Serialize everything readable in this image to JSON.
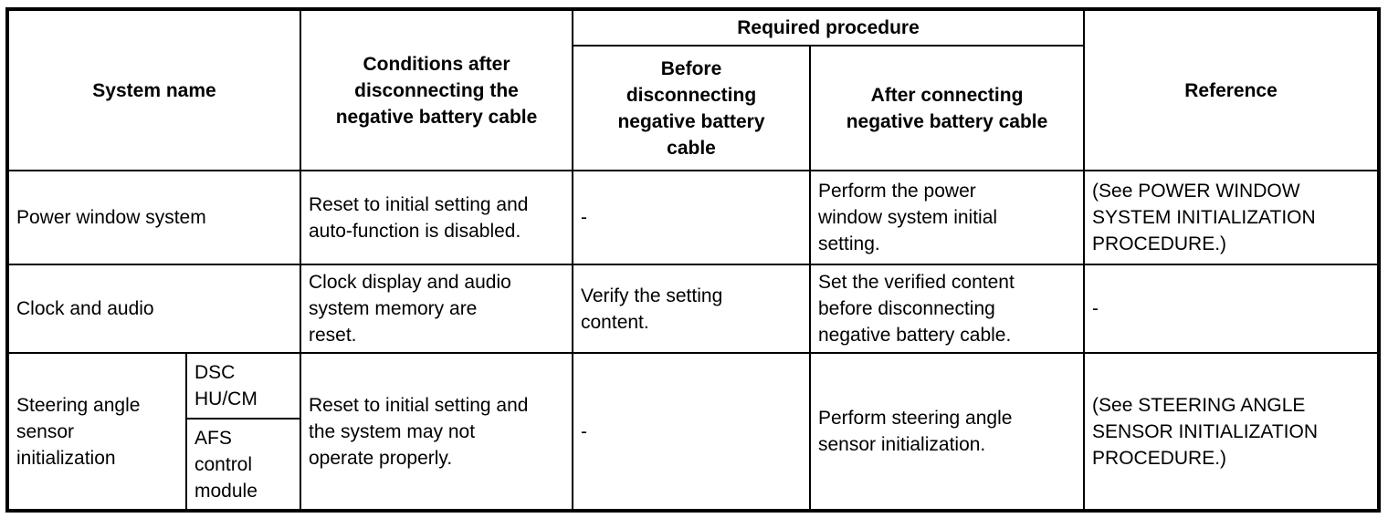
{
  "colors": {
    "background": "#ffffff",
    "text": "#000000",
    "border": "#000000"
  },
  "table": {
    "header": {
      "system_name": "System name",
      "conditions": "Conditions after\ndisconnecting the\nnegative battery cable",
      "required_procedure": "Required procedure",
      "before": "Before\ndisconnecting\nnegative battery\ncable",
      "after": "After connecting\nnegative battery cable",
      "reference": "Reference"
    },
    "rows": [
      {
        "system_name": "Power window system",
        "conditions": "Reset to initial setting and\nauto-function is disabled.",
        "before": "-",
        "after": "Perform the power\nwindow system initial\nsetting.",
        "reference": "(See POWER WINDOW\nSYSTEM INITIALIZATION\nPROCEDURE.)"
      },
      {
        "system_name": "Clock and audio",
        "conditions": "Clock display and audio\nsystem memory are\nreset.",
        "before": "Verify the setting\ncontent.",
        "after": "Set the verified content\nbefore disconnecting\nnegative battery cable.",
        "reference": "-"
      },
      {
        "system_name": "Steering angle\nsensor\ninitialization",
        "sub_systems": [
          "DSC\nHU/CM",
          "AFS\ncontrol\nmodule"
        ],
        "conditions": "Reset to initial setting and\nthe system may not\noperate properly.",
        "before": "-",
        "after": "Perform steering angle\nsensor initialization.",
        "reference": "(See STEERING ANGLE\nSENSOR INITIALIZATION\nPROCEDURE.)"
      }
    ]
  }
}
